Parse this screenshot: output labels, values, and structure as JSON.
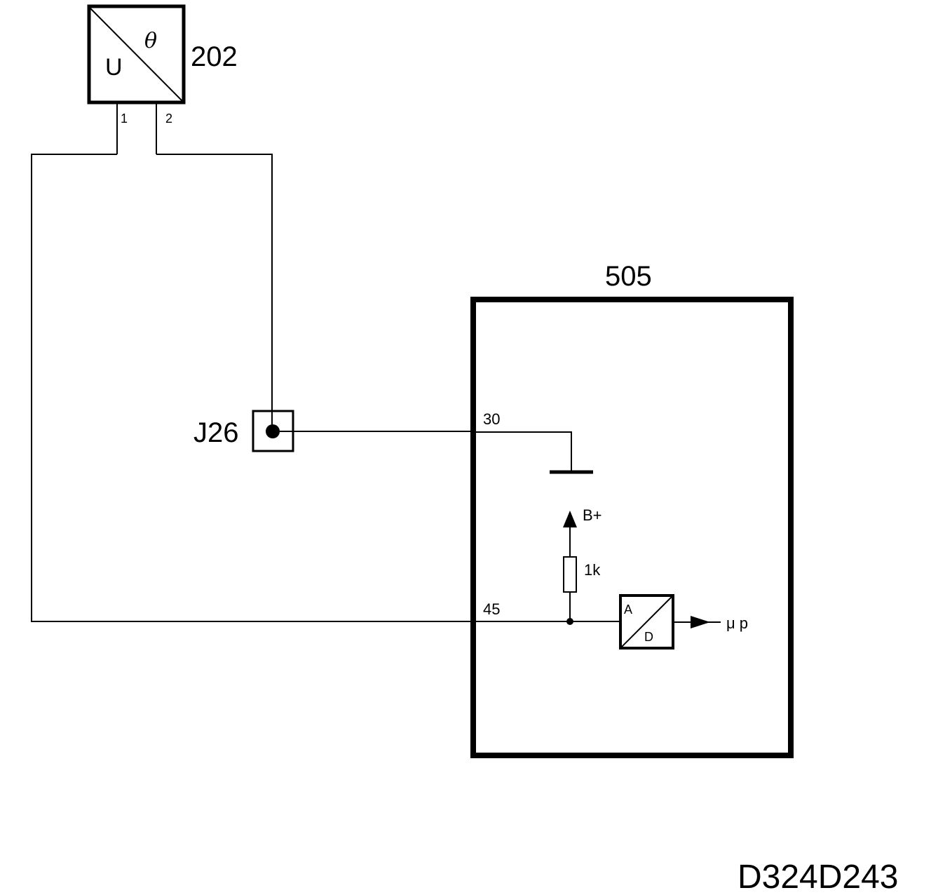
{
  "sensor": {
    "id_label": "202",
    "left_symbol": "U",
    "right_symbol": "θ",
    "pin_1": "1",
    "pin_2": "2"
  },
  "junction": {
    "label": "J26"
  },
  "control_unit": {
    "label": "505",
    "pin_ground": "30",
    "pin_signal": "45",
    "supply_label": "B+",
    "resistor_label": "1k",
    "converter_in": "A",
    "converter_out": "D",
    "output_label": "μ p"
  },
  "drawing_code": "D324D243"
}
